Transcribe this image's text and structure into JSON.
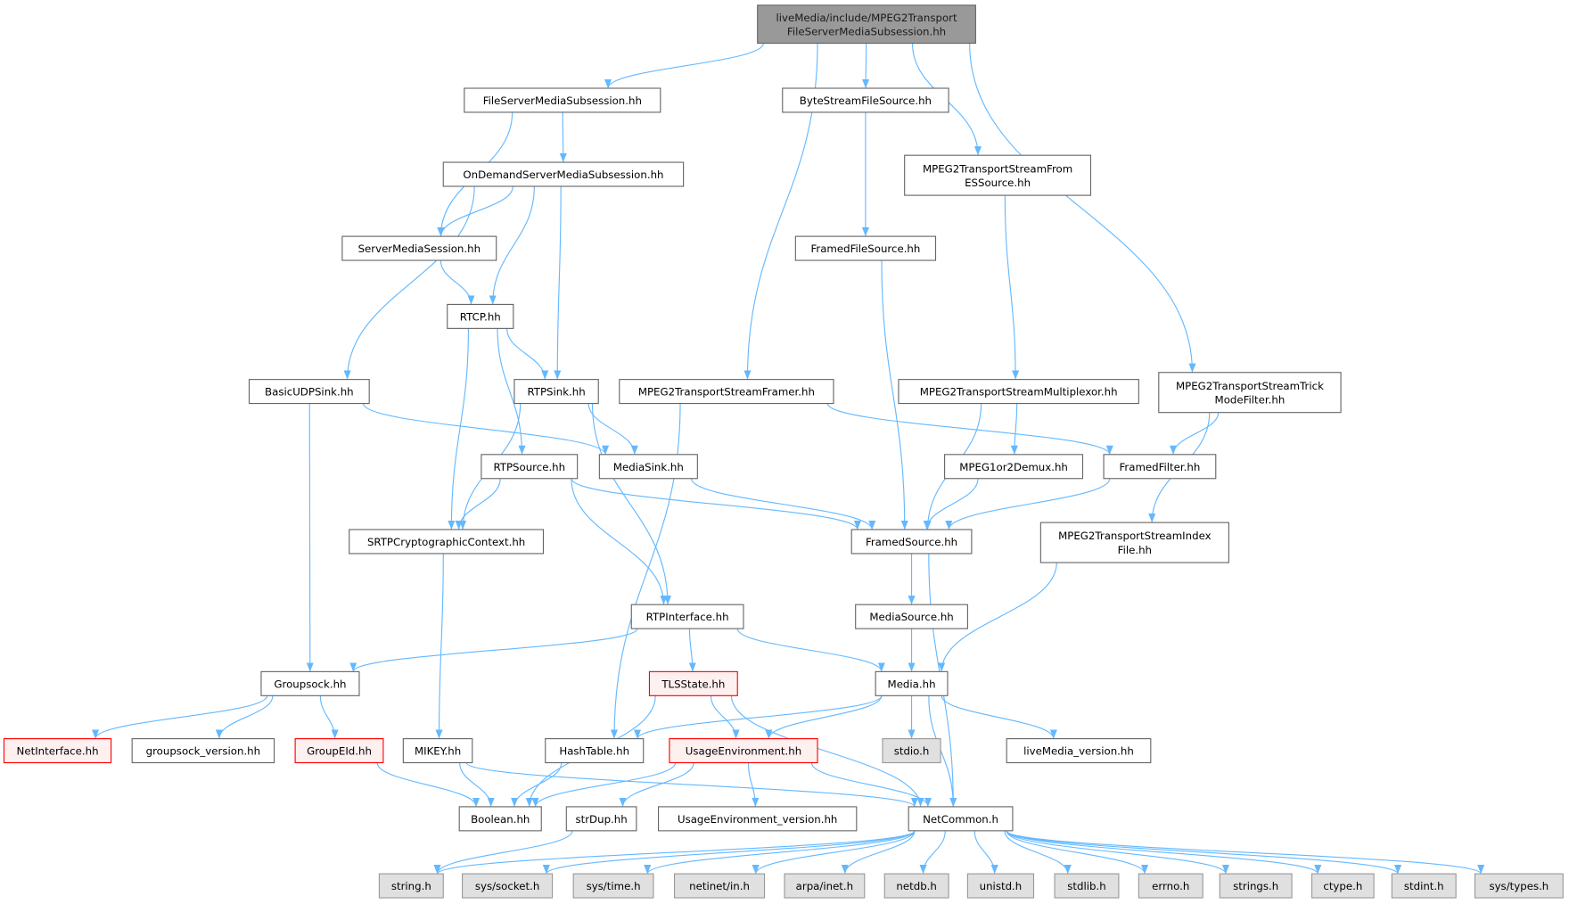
{
  "title": "liveMedia/include/MPEG2TransportFileServerMediaSubsession.hh",
  "colors": {
    "edge": "#63b8ff",
    "root_fill": "#999999",
    "node_border": "#666666",
    "missing_border": "#ff0000",
    "missing_fill": "#fff0f0",
    "system_fill": "#e0e0e0"
  },
  "nodes": [
    {
      "id": "root",
      "lines": [
        "liveMedia/include/MPEG2Transport",
        "FileServerMediaSubsession.hh"
      ],
      "kind": "root"
    },
    {
      "id": "fsms",
      "lines": [
        "FileServerMediaSubsession.hh"
      ],
      "kind": "normal"
    },
    {
      "id": "bsfs",
      "lines": [
        "ByteStreamFileSource.hh"
      ],
      "kind": "normal"
    },
    {
      "id": "fromes",
      "lines": [
        "MPEG2TransportStreamFrom",
        "ESSource.hh"
      ],
      "kind": "normal"
    },
    {
      "id": "ondemand",
      "lines": [
        "OnDemandServerMediaSubsession.hh"
      ],
      "kind": "normal"
    },
    {
      "id": "sms",
      "lines": [
        "ServerMediaSession.hh"
      ],
      "kind": "normal"
    },
    {
      "id": "ffs",
      "lines": [
        "FramedFileSource.hh"
      ],
      "kind": "normal"
    },
    {
      "id": "rtcp",
      "lines": [
        "RTCP.hh"
      ],
      "kind": "normal"
    },
    {
      "id": "udpsink",
      "lines": [
        "BasicUDPSink.hh"
      ],
      "kind": "normal"
    },
    {
      "id": "rtpsink",
      "lines": [
        "RTPSink.hh"
      ],
      "kind": "normal"
    },
    {
      "id": "framer",
      "lines": [
        "MPEG2TransportStreamFramer.hh"
      ],
      "kind": "normal"
    },
    {
      "id": "mux",
      "lines": [
        "MPEG2TransportStreamMultiplexor.hh"
      ],
      "kind": "normal"
    },
    {
      "id": "trick",
      "lines": [
        "MPEG2TransportStreamTrick",
        "ModeFilter.hh"
      ],
      "kind": "normal"
    },
    {
      "id": "rtpsource",
      "lines": [
        "RTPSource.hh"
      ],
      "kind": "normal"
    },
    {
      "id": "mediasink",
      "lines": [
        "MediaSink.hh"
      ],
      "kind": "normal"
    },
    {
      "id": "demux",
      "lines": [
        "MPEG1or2Demux.hh"
      ],
      "kind": "normal"
    },
    {
      "id": "filter",
      "lines": [
        "FramedFilter.hh"
      ],
      "kind": "normal"
    },
    {
      "id": "srtp",
      "lines": [
        "SRTPCryptographicContext.hh"
      ],
      "kind": "normal"
    },
    {
      "id": "framedsource",
      "lines": [
        "FramedSource.hh"
      ],
      "kind": "normal"
    },
    {
      "id": "index",
      "lines": [
        "MPEG2TransportStreamIndex",
        "File.hh"
      ],
      "kind": "normal"
    },
    {
      "id": "mediasource",
      "lines": [
        "MediaSource.hh"
      ],
      "kind": "normal"
    },
    {
      "id": "rtpif",
      "lines": [
        "RTPInterface.hh"
      ],
      "kind": "normal"
    },
    {
      "id": "groupsock",
      "lines": [
        "Groupsock.hh"
      ],
      "kind": "normal"
    },
    {
      "id": "tls",
      "lines": [
        "TLSState.hh"
      ],
      "kind": "missing"
    },
    {
      "id": "media",
      "lines": [
        "Media.hh"
      ],
      "kind": "normal"
    },
    {
      "id": "netif",
      "lines": [
        "NetInterface.hh"
      ],
      "kind": "missing"
    },
    {
      "id": "gsver",
      "lines": [
        "groupsock_version.hh"
      ],
      "kind": "normal"
    },
    {
      "id": "groupeid",
      "lines": [
        "GroupEId.hh"
      ],
      "kind": "missing"
    },
    {
      "id": "mikey",
      "lines": [
        "MIKEY.hh"
      ],
      "kind": "normal"
    },
    {
      "id": "hashtable",
      "lines": [
        "HashTable.hh"
      ],
      "kind": "normal"
    },
    {
      "id": "usageenv",
      "lines": [
        "UsageEnvironment.hh"
      ],
      "kind": "missing"
    },
    {
      "id": "stdio",
      "lines": [
        "stdio.h"
      ],
      "kind": "system"
    },
    {
      "id": "lmver",
      "lines": [
        "liveMedia_version.hh"
      ],
      "kind": "normal"
    },
    {
      "id": "boolean",
      "lines": [
        "Boolean.hh"
      ],
      "kind": "normal"
    },
    {
      "id": "strdup",
      "lines": [
        "strDup.hh"
      ],
      "kind": "normal"
    },
    {
      "id": "ueverion",
      "lines": [
        "UsageEnvironment_version.hh"
      ],
      "kind": "normal"
    },
    {
      "id": "netcommon",
      "lines": [
        "NetCommon.h"
      ],
      "kind": "normal"
    },
    {
      "id": "string",
      "lines": [
        "string.h"
      ],
      "kind": "system"
    },
    {
      "id": "socket",
      "lines": [
        "sys/socket.h"
      ],
      "kind": "system"
    },
    {
      "id": "time",
      "lines": [
        "sys/time.h"
      ],
      "kind": "system"
    },
    {
      "id": "netinet",
      "lines": [
        "netinet/in.h"
      ],
      "kind": "system"
    },
    {
      "id": "arpa",
      "lines": [
        "arpa/inet.h"
      ],
      "kind": "system"
    },
    {
      "id": "netdb",
      "lines": [
        "netdb.h"
      ],
      "kind": "system"
    },
    {
      "id": "unistd",
      "lines": [
        "unistd.h"
      ],
      "kind": "system"
    },
    {
      "id": "stdlib",
      "lines": [
        "stdlib.h"
      ],
      "kind": "system"
    },
    {
      "id": "errno",
      "lines": [
        "errno.h"
      ],
      "kind": "system"
    },
    {
      "id": "strings",
      "lines": [
        "strings.h"
      ],
      "kind": "system"
    },
    {
      "id": "ctype",
      "lines": [
        "ctype.h"
      ],
      "kind": "system"
    },
    {
      "id": "stdint",
      "lines": [
        "stdint.h"
      ],
      "kind": "system"
    },
    {
      "id": "systypes",
      "lines": [
        "sys/types.h"
      ],
      "kind": "system"
    }
  ],
  "edges": [
    [
      "root",
      "fsms"
    ],
    [
      "root",
      "framer"
    ],
    [
      "root",
      "bsfs"
    ],
    [
      "root",
      "fromes"
    ],
    [
      "root",
      "trick"
    ],
    [
      "fsms",
      "ondemand"
    ],
    [
      "fsms",
      "sms"
    ],
    [
      "ondemand",
      "sms"
    ],
    [
      "ondemand",
      "rtcp"
    ],
    [
      "ondemand",
      "rtpsink"
    ],
    [
      "ondemand",
      "udpsink"
    ],
    [
      "sms",
      "rtcp"
    ],
    [
      "bsfs",
      "ffs"
    ],
    [
      "ffs",
      "framedsource"
    ],
    [
      "fromes",
      "mux"
    ],
    [
      "rtcp",
      "rtpsink"
    ],
    [
      "rtcp",
      "rtpsource"
    ],
    [
      "rtcp",
      "srtp"
    ],
    [
      "udpsink",
      "mediasink"
    ],
    [
      "udpsink",
      "groupsock"
    ],
    [
      "rtpsink",
      "mediasink"
    ],
    [
      "rtpsink",
      "srtp"
    ],
    [
      "rtpsink",
      "rtpif"
    ],
    [
      "framer",
      "filter"
    ],
    [
      "framer",
      "hashtable"
    ],
    [
      "mux",
      "framedsource"
    ],
    [
      "mux",
      "demux"
    ],
    [
      "trick",
      "filter"
    ],
    [
      "trick",
      "index"
    ],
    [
      "rtpsource",
      "srtp"
    ],
    [
      "rtpsource",
      "framedsource"
    ],
    [
      "rtpsource",
      "rtpif"
    ],
    [
      "mediasink",
      "framedsource"
    ],
    [
      "demux",
      "framedsource"
    ],
    [
      "filter",
      "framedsource"
    ],
    [
      "srtp",
      "mikey"
    ],
    [
      "framedsource",
      "mediasource"
    ],
    [
      "framedsource",
      "netcommon"
    ],
    [
      "index",
      "media"
    ],
    [
      "mediasource",
      "media"
    ],
    [
      "rtpif",
      "groupsock"
    ],
    [
      "rtpif",
      "tls"
    ],
    [
      "rtpif",
      "media"
    ],
    [
      "groupsock",
      "netif"
    ],
    [
      "groupsock",
      "gsver"
    ],
    [
      "groupsock",
      "groupeid"
    ],
    [
      "tls",
      "boolean"
    ],
    [
      "tls",
      "usageenv"
    ],
    [
      "tls",
      "netcommon"
    ],
    [
      "media",
      "hashtable"
    ],
    [
      "media",
      "usageenv"
    ],
    [
      "media",
      "stdio"
    ],
    [
      "media",
      "netcommon"
    ],
    [
      "media",
      "lmver"
    ],
    [
      "groupeid",
      "boolean"
    ],
    [
      "mikey",
      "boolean"
    ],
    [
      "mikey",
      "netcommon"
    ],
    [
      "hashtable",
      "boolean"
    ],
    [
      "usageenv",
      "boolean"
    ],
    [
      "usageenv",
      "strdup"
    ],
    [
      "usageenv",
      "ueverion"
    ],
    [
      "usageenv",
      "netcommon"
    ],
    [
      "strdup",
      "string"
    ],
    [
      "netcommon",
      "string"
    ],
    [
      "netcommon",
      "socket"
    ],
    [
      "netcommon",
      "time"
    ],
    [
      "netcommon",
      "netinet"
    ],
    [
      "netcommon",
      "arpa"
    ],
    [
      "netcommon",
      "netdb"
    ],
    [
      "netcommon",
      "unistd"
    ],
    [
      "netcommon",
      "stdlib"
    ],
    [
      "netcommon",
      "errno"
    ],
    [
      "netcommon",
      "strings"
    ],
    [
      "netcommon",
      "ctype"
    ],
    [
      "netcommon",
      "stdint"
    ],
    [
      "netcommon",
      "systypes"
    ]
  ]
}
